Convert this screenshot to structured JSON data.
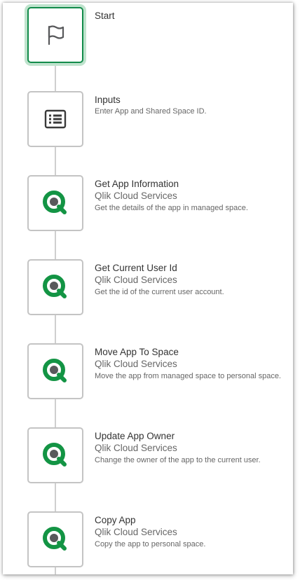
{
  "colors": {
    "selected_border": "#128b4a",
    "selected_glow": "#bfe3cd",
    "qlik_green": "#139444",
    "qlik_gray": "#58595b"
  },
  "steps": [
    {
      "title": "Start",
      "icon": "flag-icon"
    },
    {
      "title": "Inputs",
      "description": "Enter App and Shared Space ID.",
      "icon": "list-icon"
    },
    {
      "title": "Get App Information",
      "connector": "Qlik Cloud Services",
      "description": "Get the details of the app in managed space.",
      "icon": "qlik-logo-icon"
    },
    {
      "title": "Get Current User Id",
      "connector": "Qlik Cloud Services",
      "description": "Get the id of the current user account.",
      "icon": "qlik-logo-icon"
    },
    {
      "title": "Move App To Space",
      "connector": "Qlik Cloud Services",
      "description": "Move the app from managed space to personal space.",
      "icon": "qlik-logo-icon"
    },
    {
      "title": "Update App Owner",
      "connector": "Qlik Cloud Services",
      "description": "Change the owner of the app to the current user.",
      "icon": "qlik-logo-icon"
    },
    {
      "title": "Copy App",
      "connector": "Qlik Cloud Services",
      "description": "Copy the app to personal space.",
      "icon": "qlik-logo-icon"
    }
  ]
}
